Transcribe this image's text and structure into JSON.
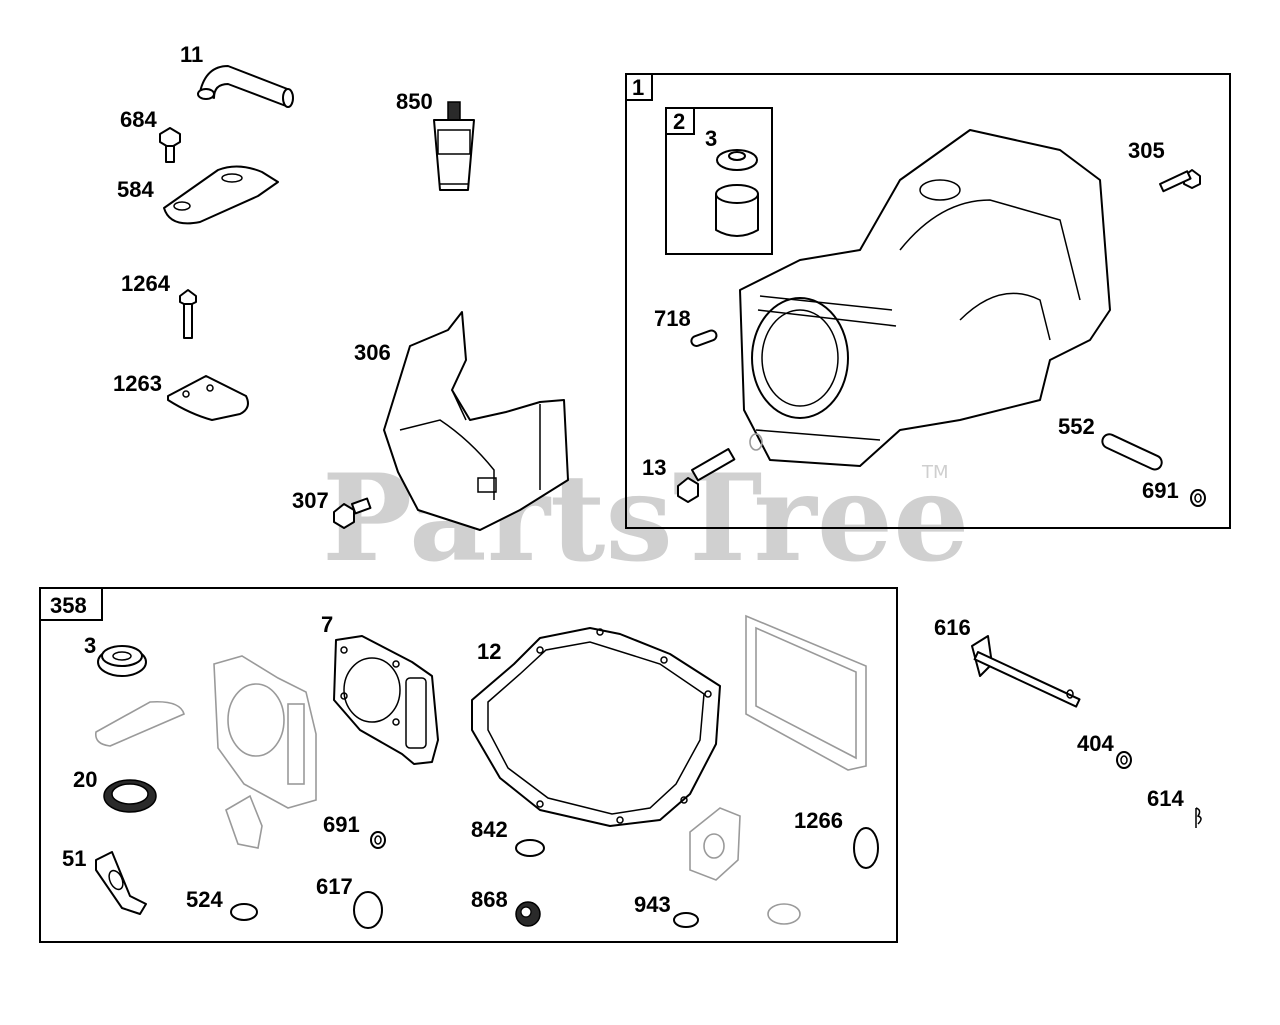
{
  "watermark": {
    "text": "PartsTree",
    "trademark": "TM"
  },
  "groups": {
    "g1": "1",
    "g2": "2",
    "g358": "358"
  },
  "labels": {
    "p11": "11",
    "p684": "684",
    "p584": "584",
    "p1264": "1264",
    "p1263": "1263",
    "p850": "850",
    "p306": "306",
    "p307": "307",
    "p3a": "3",
    "p305": "305",
    "p718": "718",
    "p552": "552",
    "p13": "13",
    "p691a": "691",
    "p3b": "3",
    "p7": "7",
    "p12": "12",
    "p20": "20",
    "p51": "51",
    "p524": "524",
    "p691b": "691",
    "p617": "617",
    "p842": "842",
    "p868": "868",
    "p943": "943",
    "p1266": "1266",
    "p616": "616",
    "p404": "404",
    "p614": "614"
  }
}
